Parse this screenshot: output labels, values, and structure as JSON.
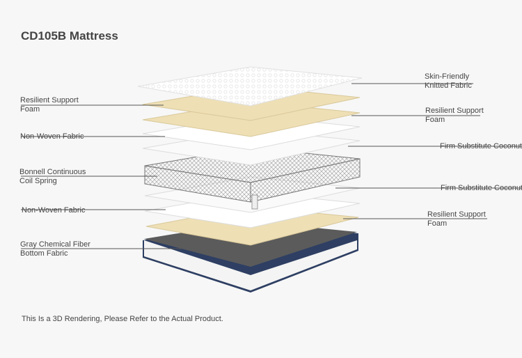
{
  "page": {
    "title": "CD105B Mattress"
  },
  "labels": {
    "skin": [
      "Skin-Friendly",
      "Knitted Fabric"
    ],
    "resilient_left": [
      "Resilient Support",
      "Foam"
    ],
    "resilient_right_top": [
      "Resilient Support",
      "Foam"
    ],
    "nonwoven_top": "Non-Woven Fabric",
    "firm_coconut_top": "Firm Substitute Coconut",
    "bonnell": [
      "Bonnell Continuous",
      "Coil Spring"
    ],
    "firm_coconut_bottom": "Firm Substitute Coconut",
    "nonwoven_bottom": "Non-Woven Fabric",
    "resilient_right_bottom": [
      "Resilient Support",
      "Foam"
    ],
    "gray_fiber": [
      "Gray Chemical Fiber",
      "Bottom Fabric"
    ]
  },
  "footer": {
    "note": [
      "This Is a 3D Rendering, Please Refer to the",
      "Actual Product."
    ]
  },
  "colors": {
    "foam": "#eedfb5",
    "white_layer": "#ffffff",
    "base": "#2e3f63",
    "line": "#555555"
  }
}
